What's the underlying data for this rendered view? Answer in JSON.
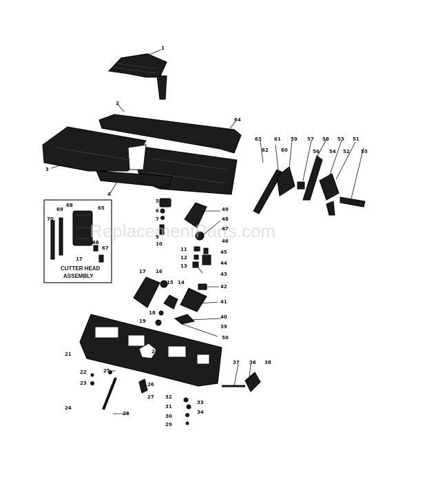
{
  "watermark": "ReplacementParts.com",
  "inset": {
    "line1": "CUTTER HEAD",
    "line2": "ASSEMBLY",
    "num17": "17"
  },
  "labels": [
    {
      "id": "1",
      "text": "1"
    },
    {
      "id": "2",
      "text": "2"
    },
    {
      "id": "3",
      "text": "3"
    },
    {
      "id": "4",
      "text": "4"
    },
    {
      "id": "5",
      "text": "5"
    },
    {
      "id": "6",
      "text": "6"
    },
    {
      "id": "7",
      "text": "7"
    },
    {
      "id": "9",
      "text": "9"
    },
    {
      "id": "10",
      "text": "10"
    },
    {
      "id": "11",
      "text": "11"
    },
    {
      "id": "12",
      "text": "12"
    },
    {
      "id": "13",
      "text": "13"
    },
    {
      "id": "14",
      "text": "14"
    },
    {
      "id": "15",
      "text": "15"
    },
    {
      "id": "16",
      "text": "16"
    },
    {
      "id": "17",
      "text": "17"
    },
    {
      "id": "18",
      "text": "18"
    },
    {
      "id": "19",
      "text": "19"
    },
    {
      "id": "20",
      "text": "20"
    },
    {
      "id": "21",
      "text": "21"
    },
    {
      "id": "22",
      "text": "22"
    },
    {
      "id": "23",
      "text": "23"
    },
    {
      "id": "24",
      "text": "24"
    },
    {
      "id": "25",
      "text": "25"
    },
    {
      "id": "26",
      "text": "26"
    },
    {
      "id": "27",
      "text": "27"
    },
    {
      "id": "28",
      "text": "28"
    },
    {
      "id": "29",
      "text": "29"
    },
    {
      "id": "30",
      "text": "30"
    },
    {
      "id": "31",
      "text": "31"
    },
    {
      "id": "32",
      "text": "32"
    },
    {
      "id": "33",
      "text": "33"
    },
    {
      "id": "34",
      "text": "34"
    },
    {
      "id": "36",
      "text": "36"
    },
    {
      "id": "37",
      "text": "37"
    },
    {
      "id": "38",
      "text": "38"
    },
    {
      "id": "39",
      "text": "39"
    },
    {
      "id": "40",
      "text": "40"
    },
    {
      "id": "41",
      "text": "41"
    },
    {
      "id": "42",
      "text": "42"
    },
    {
      "id": "43",
      "text": "43"
    },
    {
      "id": "44",
      "text": "44"
    },
    {
      "id": "45",
      "text": "45"
    },
    {
      "id": "46",
      "text": "46"
    },
    {
      "id": "47",
      "text": "47"
    },
    {
      "id": "48",
      "text": "48"
    },
    {
      "id": "49",
      "text": "49"
    },
    {
      "id": "50",
      "text": "50"
    },
    {
      "id": "51",
      "text": "51"
    },
    {
      "id": "52",
      "text": "52"
    },
    {
      "id": "53",
      "text": "53"
    },
    {
      "id": "54",
      "text": "54"
    },
    {
      "id": "55",
      "text": "55"
    },
    {
      "id": "56",
      "text": "56"
    },
    {
      "id": "57",
      "text": "57"
    },
    {
      "id": "58",
      "text": "58"
    },
    {
      "id": "59",
      "text": "59"
    },
    {
      "id": "60",
      "text": "60"
    },
    {
      "id": "61",
      "text": "61"
    },
    {
      "id": "62",
      "text": "62"
    },
    {
      "id": "63",
      "text": "63"
    },
    {
      "id": "64",
      "text": "64"
    },
    {
      "id": "65",
      "text": "65"
    },
    {
      "id": "66",
      "text": "66"
    },
    {
      "id": "67",
      "text": "67"
    },
    {
      "id": "68",
      "text": "68"
    },
    {
      "id": "69",
      "text": "69"
    },
    {
      "id": "70",
      "text": "70"
    }
  ]
}
